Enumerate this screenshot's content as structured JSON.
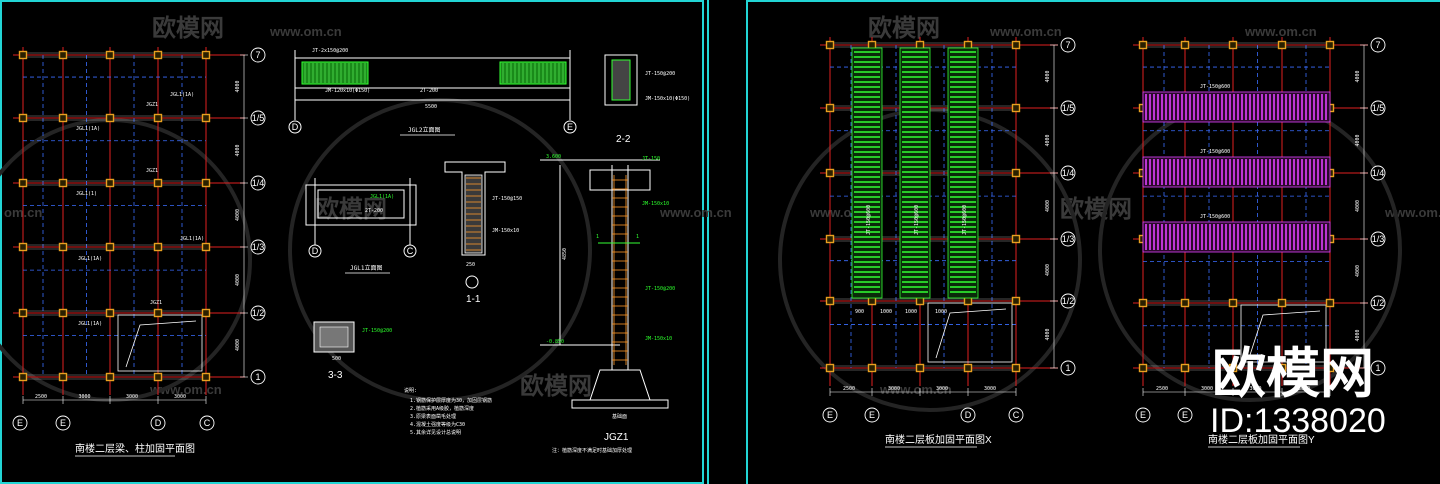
{
  "watermarks": {
    "brand": "欧模网",
    "url": "www.om.cn",
    "partial_url": "om.cn"
  },
  "overlay": {
    "brand": "欧模网",
    "id_text": "ID:1338020"
  },
  "drawing1": {
    "title": "南楼二层梁、柱加固平面图",
    "bottom_dims": [
      "2500",
      "3000",
      "3000",
      "3000"
    ],
    "right_dims": [
      "4000",
      "4000",
      "4000",
      "4000",
      "4000"
    ],
    "bottom_axes": [
      "E",
      "E",
      "D",
      "C"
    ],
    "right_axes": [
      "7",
      "1/5",
      "1/4",
      "1/3",
      "1/2",
      "1"
    ],
    "beam_labels": [
      "JGL1(1A)",
      "JGL1(1)",
      "JGL1(1A)",
      "JGL1(1A)",
      "JGZ1",
      "JGZ1",
      "JGZ1"
    ]
  },
  "drawing2": {
    "title": "JGL2立面图",
    "axes": [
      "D",
      "E"
    ],
    "dim": "5500",
    "section_title": "2-2"
  },
  "drawing3": {
    "title": "JGL1立面图",
    "axes": [
      "D",
      "C"
    ],
    "section_title": "1-1",
    "section_dim": "250"
  },
  "drawing4": {
    "section_title": "3-3",
    "dim": "500"
  },
  "drawing5": {
    "title": "JGZ1",
    "note_heading": "说明:",
    "notes": [
      "1.钢筋保护层厚度为30，加固层钢筋",
      "2.植筋采用A级胶，植筋深度",
      "3.原梁表面凿毛处理",
      "4.混凝土强度等级为C30",
      "5.其余详见设计总说明"
    ],
    "bottom_note": "注：植筋深度不满足时基础加厚处理",
    "label_one": "1",
    "footing_label": "基础面"
  },
  "drawing6": {
    "title": "南楼二层板加固平面图X",
    "bottom_dims": [
      "2500",
      "3000",
      "3000",
      "3000"
    ],
    "right_dims": [
      "4000",
      "4000",
      "4000",
      "4000",
      "4000"
    ],
    "bottom_axes": [
      "E",
      "E",
      "D",
      "C"
    ],
    "right_axes": [
      "7",
      "1/5",
      "1/4",
      "1/3",
      "1/2",
      "1"
    ],
    "inner_dims": [
      "900",
      "1000",
      "1000",
      "1000"
    ]
  },
  "drawing7": {
    "title": "南楼二层板加固平面图Y",
    "bottom_dims": [
      "2500",
      "3000",
      "3000",
      "3000"
    ],
    "right_dims": [
      "4000",
      "4000",
      "4000",
      "4000",
      "4000"
    ],
    "bottom_axes": [
      "E",
      "E"
    ],
    "right_axes": [
      "7",
      "1/5",
      "1/4",
      "1/3",
      "1/2",
      "1"
    ],
    "strip_labels": [
      "JT-150@600",
      "JT-150@600",
      "JT-150@600"
    ]
  },
  "colors": {
    "frame": "#22d5d5",
    "grid_red": "#e02020",
    "column": "#e8a020",
    "dash_blue": "#3a6dff",
    "green": "#33ff33",
    "magenta": "#e040ff",
    "white": "#ffffff",
    "watermark": "#3a3a3a"
  }
}
